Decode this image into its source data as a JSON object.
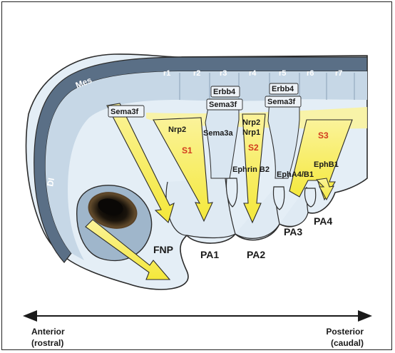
{
  "colors": {
    "tissue_fill": "#e4eef6",
    "tissue_dark": "#7e9cb8",
    "outline": "#2b2b2b",
    "neural_band": "#5a6f86",
    "stream_yellow": "#f4e83a",
    "stream_label_red": "#d23b1e",
    "text": "#1a1a1a"
  },
  "regions": {
    "mes": "Mes",
    "di": "DI",
    "rhombomeres": [
      "r1",
      "r2",
      "r3",
      "r4",
      "r5",
      "r6",
      "r7"
    ]
  },
  "arches": {
    "fnp": "FNP",
    "pa1": "PA1",
    "pa2": "PA2",
    "pa3": "PA3",
    "pa4": "PA4"
  },
  "streams": {
    "s1": "S1",
    "s2": "S2",
    "s3": "S3"
  },
  "genes": {
    "sema3f_left": "Sema3f",
    "nrp2_s1": "Nrp2",
    "erbb4_r3": "Erbb4",
    "sema3f_r3": "Sema3f",
    "sema3a": "Sema3a",
    "nrp2_s2": "Nrp2",
    "nrp1_s2": "Nrp1",
    "ephrin_b2": "Ephrin B2",
    "erbb4_r5": "Erbb4",
    "sema3f_r5": "Sema3f",
    "epha4_b1": "EphA4/B1",
    "ephb1": "EphB1"
  },
  "axis": {
    "anterior": "Anterior",
    "anterior_sub": "(rostral)",
    "posterior": "Posterior",
    "posterior_sub": "(caudal)"
  }
}
